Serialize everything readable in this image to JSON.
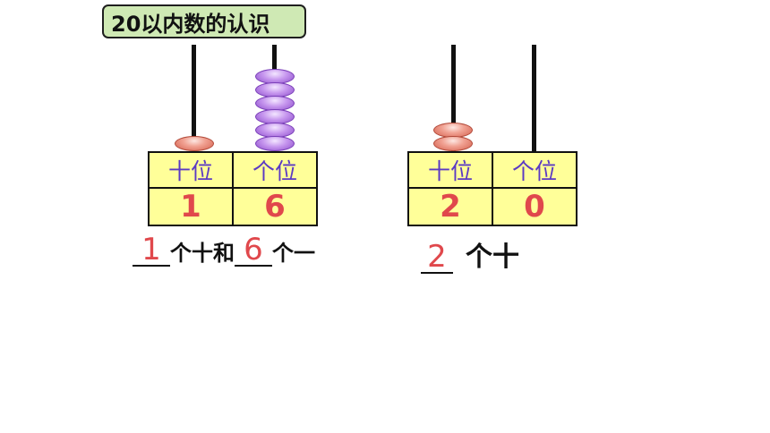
{
  "title": "20以内数的认识",
  "left": {
    "headers": [
      "十位",
      "个位"
    ],
    "digits": [
      "1",
      "6"
    ],
    "tens_beads": 1,
    "ones_beads": 6,
    "phrase": {
      "blank1": "1",
      "text1": "个十和",
      "blank2": "6",
      "text2": "个一"
    }
  },
  "right": {
    "headers": [
      "十位",
      "个位"
    ],
    "digits": [
      "2",
      "0"
    ],
    "tens_beads": 2,
    "ones_beads": 0,
    "phrase": {
      "blank1": "2",
      "text1": "个十"
    }
  },
  "colors": {
    "table_fill": "#ffff99",
    "header_text": "#5b3ac4",
    "digit_text": "#e0484c",
    "title_fill": "#cfe9b4"
  }
}
